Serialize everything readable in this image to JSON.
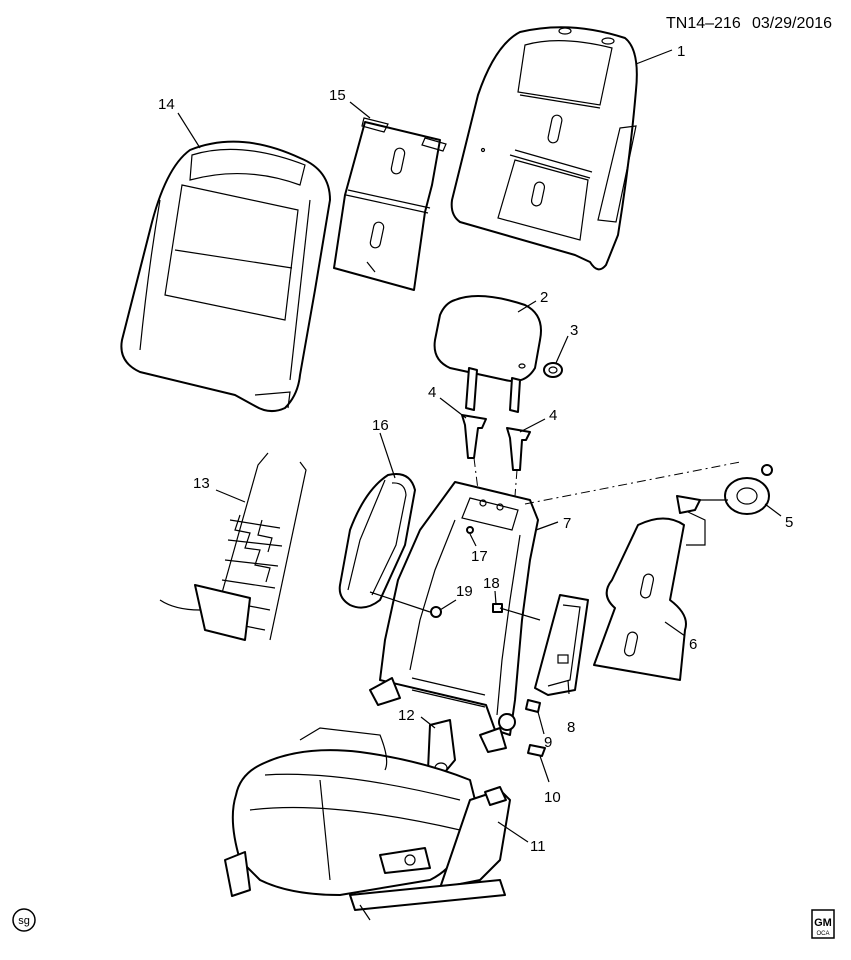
{
  "header": {
    "doc_id": "TN14–216",
    "date": "03/29/2016"
  },
  "callouts": [
    {
      "id": "1",
      "text": "1"
    },
    {
      "id": "2",
      "text": "2"
    },
    {
      "id": "3",
      "text": "3"
    },
    {
      "id": "4a",
      "text": "4"
    },
    {
      "id": "4b",
      "text": "4"
    },
    {
      "id": "5",
      "text": "5"
    },
    {
      "id": "6",
      "text": "6"
    },
    {
      "id": "7",
      "text": "7"
    },
    {
      "id": "8",
      "text": "8"
    },
    {
      "id": "9",
      "text": "9"
    },
    {
      "id": "10",
      "text": "10"
    },
    {
      "id": "11",
      "text": "11"
    },
    {
      "id": "12",
      "text": "12"
    },
    {
      "id": "13",
      "text": "13"
    },
    {
      "id": "14",
      "text": "14"
    },
    {
      "id": "15",
      "text": "15"
    },
    {
      "id": "16",
      "text": "16"
    },
    {
      "id": "17",
      "text": "17"
    },
    {
      "id": "18",
      "text": "18"
    },
    {
      "id": "19",
      "text": "19"
    }
  ],
  "footer": {
    "sg_mark": "sg",
    "logo_top": "GM",
    "logo_bottom": "OCA"
  }
}
